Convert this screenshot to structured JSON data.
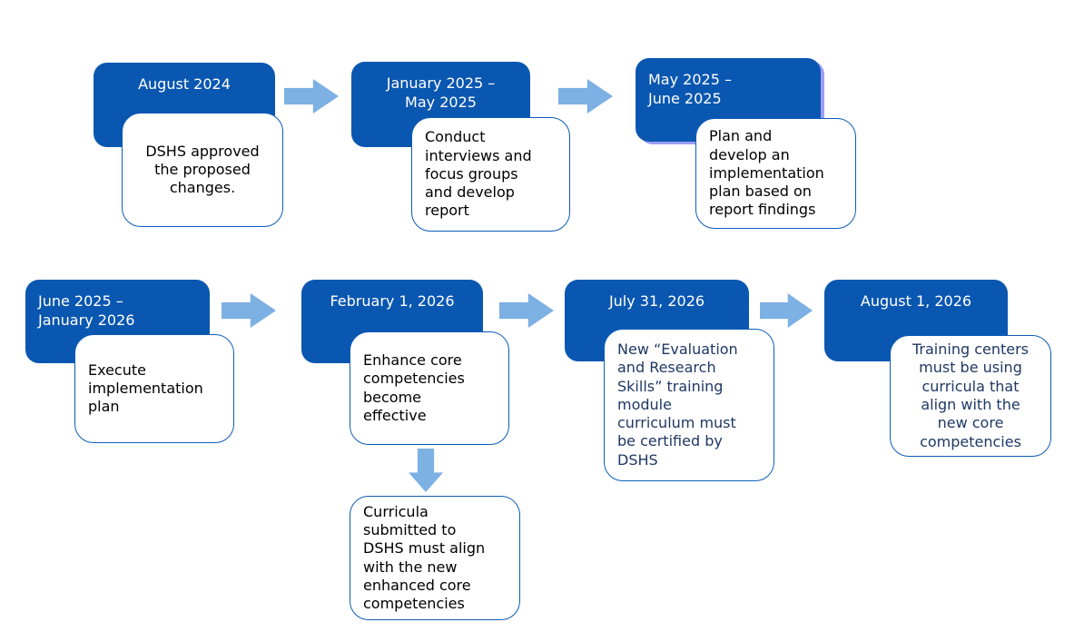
{
  "colors": {
    "date_box_fill": "#0a57b1",
    "date_text": "#ffffff",
    "desc_box_border": "#0d5cb8",
    "desc_text_black": "#000000",
    "desc_text_navy": "#1f3864",
    "arrow_fill": "#7db0e3",
    "highlight_outline": "#9d9df6",
    "background": "#ffffff"
  },
  "milestones": [
    {
      "date": "August 2024",
      "description": "DSHS approved\nthe proposed\nchanges."
    },
    {
      "date": "January 2025 –\nMay 2025",
      "description": "Conduct\ninterviews and\nfocus groups\nand develop\nreport"
    },
    {
      "date": "May 2025 –\nJune 2025",
      "description": "Plan and\ndevelop an\nimplementation\nplan based on\nreport findings"
    },
    {
      "date": "June 2025 –\nJanuary 2026",
      "description": "Execute\nimplementation\nplan"
    },
    {
      "date": "February 1, 2026",
      "description": "Enhance core\ncompetencies\nbecome\neffective"
    },
    {
      "date": "July 31, 2026",
      "description": "New “Evaluation\nand Research\nSkills” training\nmodule\ncurriculum must\nbe certified by\nDSHS"
    },
    {
      "date": "August 1, 2026",
      "description": "Training centers\nmust be using\ncurricula that\nalign with the\nnew core\ncompetencies"
    }
  ],
  "follow_up": {
    "description": "Curricula\nsubmitted to\nDSHS must align\nwith the new\nenhanced core\ncompetencies"
  }
}
